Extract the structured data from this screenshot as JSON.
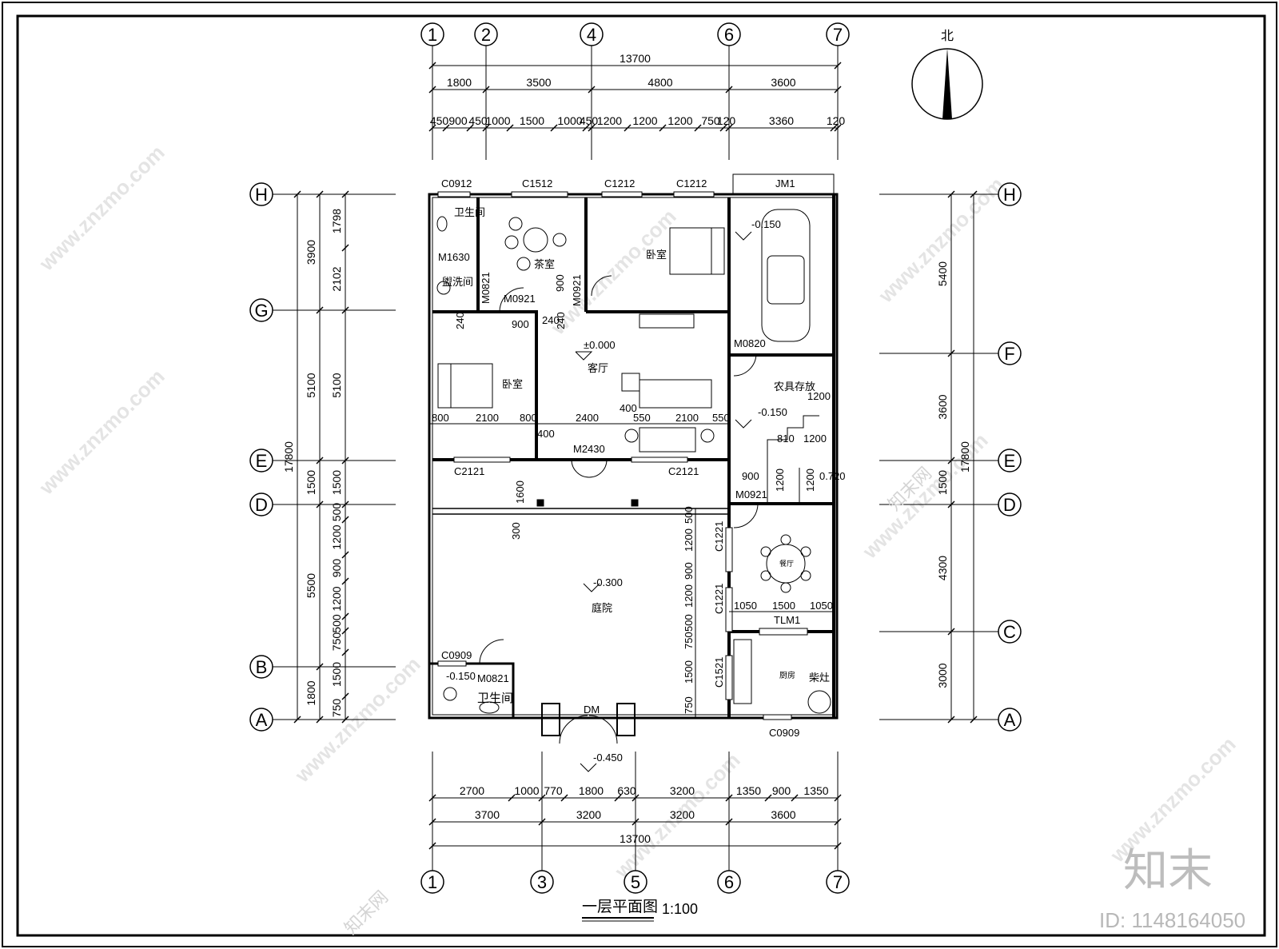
{
  "north_label": "北",
  "axes_top": [
    "1",
    "2",
    "4",
    "6",
    "7"
  ],
  "axes_bottom": [
    "1",
    "3",
    "5",
    "6",
    "7"
  ],
  "axes_left": [
    "H",
    "G",
    "E",
    "D",
    "B",
    "A"
  ],
  "axes_right": [
    "H",
    "F",
    "E",
    "D",
    "C",
    "A"
  ],
  "dims_top": {
    "total": "13700",
    "row1": [
      "1800",
      "3500",
      "4800",
      "3600"
    ],
    "row2": [
      "450",
      "900",
      "450",
      "1000",
      "1500",
      "1000",
      "450",
      "1200",
      "1200",
      "1200",
      "750",
      "120",
      "3360",
      "120"
    ]
  },
  "dims_bottom": {
    "row1": [
      "2700",
      "1000",
      "770",
      "1800",
      "630",
      "3200",
      "1350",
      "900",
      "1350"
    ],
    "row2": [
      "3700",
      "3200",
      "3200",
      "3600"
    ],
    "total": "13700"
  },
  "dims_left": {
    "total": "17800",
    "outer": [
      "3900",
      "5100",
      "1500",
      "5500",
      "1800"
    ],
    "inner": [
      "1798",
      "2102",
      "5100",
      "1500",
      "500",
      "1200",
      "900",
      "1200",
      "500",
      "750",
      "1500",
      "750"
    ]
  },
  "dims_right": {
    "total": "17800",
    "outer": [
      "5400",
      "3600",
      "1500",
      "4300",
      "3000"
    ]
  },
  "openings": [
    "C0912",
    "C1512",
    "C1212",
    "C1212",
    "JM1",
    "M1630",
    "M0821",
    "M0921",
    "M0921",
    "M0820",
    "C2121",
    "M2430",
    "C2121",
    "M0921",
    "C1221",
    "C1221",
    "TLM1",
    "C0909",
    "M0821",
    "C0909",
    "DM",
    "C1521"
  ],
  "rooms": {
    "bath1": "卫生间",
    "wash": "盥洗间",
    "tea": "茶室",
    "bed1": "卧室",
    "bed2": "卧室",
    "living": "客厅",
    "storage": "农具存放",
    "dining": "餐厅",
    "kitchen": "厨房",
    "stove": "柴灶",
    "yard": "庭院",
    "bath2": "卫生间"
  },
  "levels": {
    "living": "±0.000",
    "garage": "-0.150",
    "storage": "-0.150",
    "yard": "-0.300",
    "bath2": "-0.150",
    "entry": "-0.450",
    "step": "0.720"
  },
  "inner_dims": {
    "bed": [
      "800",
      "2100",
      "800"
    ],
    "living": [
      "2400",
      "400",
      "550",
      "2100",
      "550"
    ],
    "misc": [
      "900",
      "900",
      "240",
      "240",
      "240",
      "400",
      "1600",
      "300",
      "810",
      "1200",
      "1200",
      "1200",
      "1200",
      "900",
      "1050",
      "1500",
      "1050",
      "500",
      "1200",
      "900",
      "1200",
      "500",
      "750",
      "1500",
      "750"
    ]
  },
  "title": "一层平面图",
  "scale": "1:100",
  "watermark": {
    "site": "www.znzmo.com",
    "brand": "知末网",
    "logo": "知末",
    "id": "ID: 1148164050"
  },
  "colors": {
    "line": "#000000",
    "paper": "#ffffff",
    "watermark": "#cfcfcf"
  }
}
